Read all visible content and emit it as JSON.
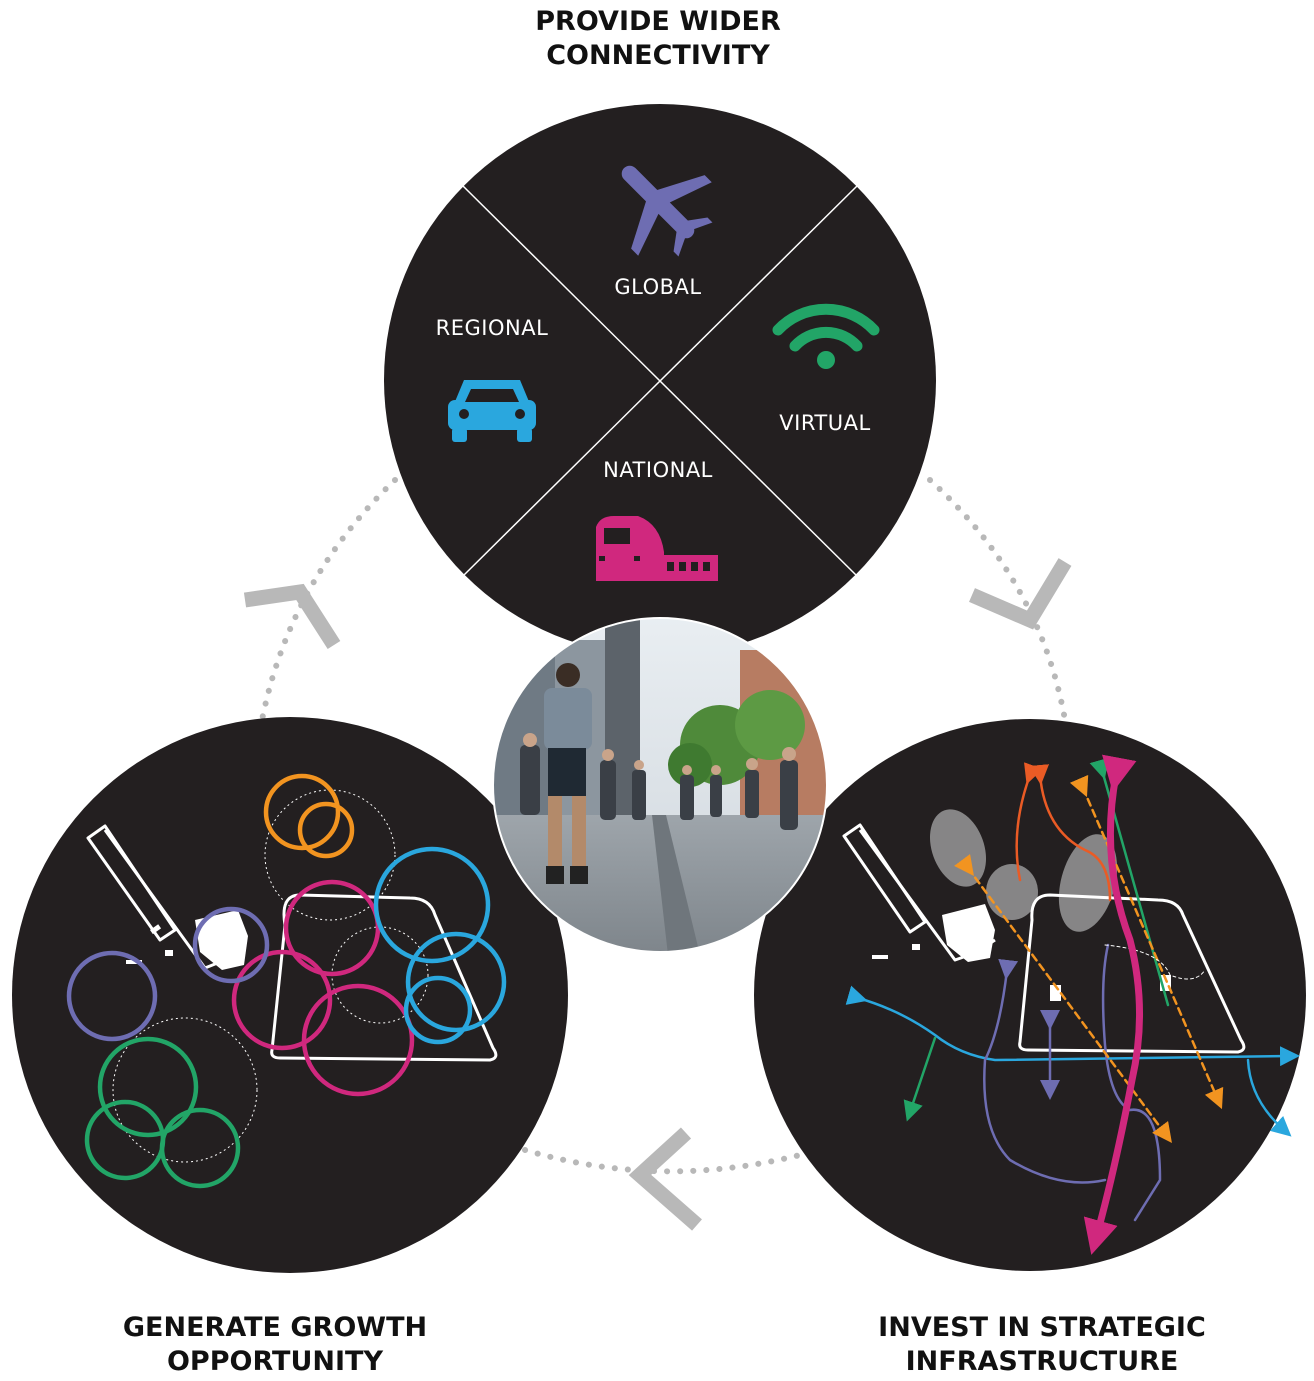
{
  "titles": {
    "top": [
      "PROVIDE WIDER",
      "CONNECTIVITY"
    ],
    "left": [
      "GENERATE GROWTH",
      "OPPORTUNITY"
    ],
    "right": [
      "INVEST IN STRATEGIC",
      "INFRASTRUCTURE"
    ]
  },
  "connectivity": {
    "global": "GLOBAL",
    "regional": "REGIONAL",
    "virtual": "VIRTUAL",
    "national": "NATIONAL"
  },
  "icons": {
    "global": "airplane-icon",
    "regional": "car-icon",
    "virtual": "wifi-icon",
    "national": "train-icon"
  },
  "colors": {
    "circle": "#231f20",
    "purple": "#6e6db2",
    "blue": "#2aa7de",
    "green": "#22a567",
    "magenta": "#d0287e",
    "orange": "#f29420",
    "red": "#ea5b25",
    "cycle": "#b8b8b8"
  }
}
